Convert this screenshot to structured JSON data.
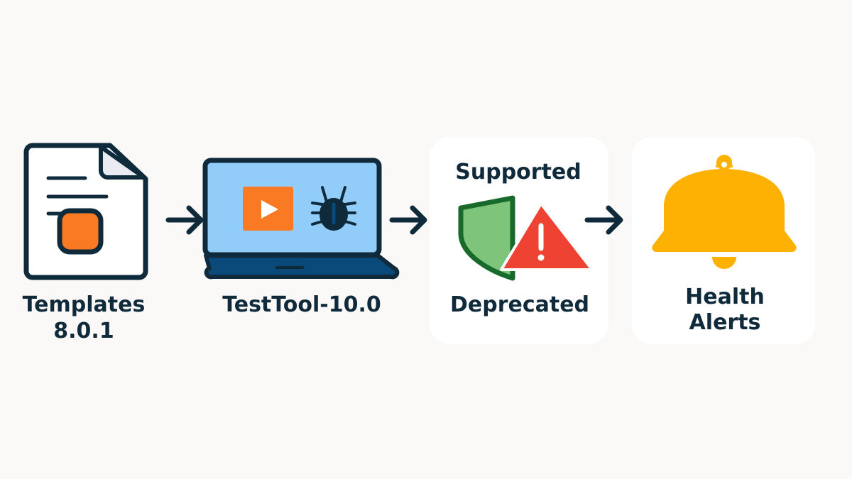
{
  "steps": [
    {
      "label_line1": "Templates",
      "label_line2": "8.0.1",
      "icon": "document-icon"
    },
    {
      "label": "TestTool-10.0",
      "icon": "laptop-icon"
    },
    {
      "label_top": "Supported",
      "label_bottom": "Deprecated",
      "icon": "shield-warning-icon"
    },
    {
      "label_line1": "Health",
      "label_line2": "Alerts",
      "icon": "bell-icon"
    }
  ],
  "colors": {
    "ink": "#0f2a3a",
    "orange": "#f97a22",
    "screen": "#92cdfa",
    "laptop_base": "#0a4a7a",
    "shield_fill": "#7ec57b",
    "shield_stroke": "#176a2a",
    "warning": "#ee4232",
    "bell": "#fcb103"
  }
}
